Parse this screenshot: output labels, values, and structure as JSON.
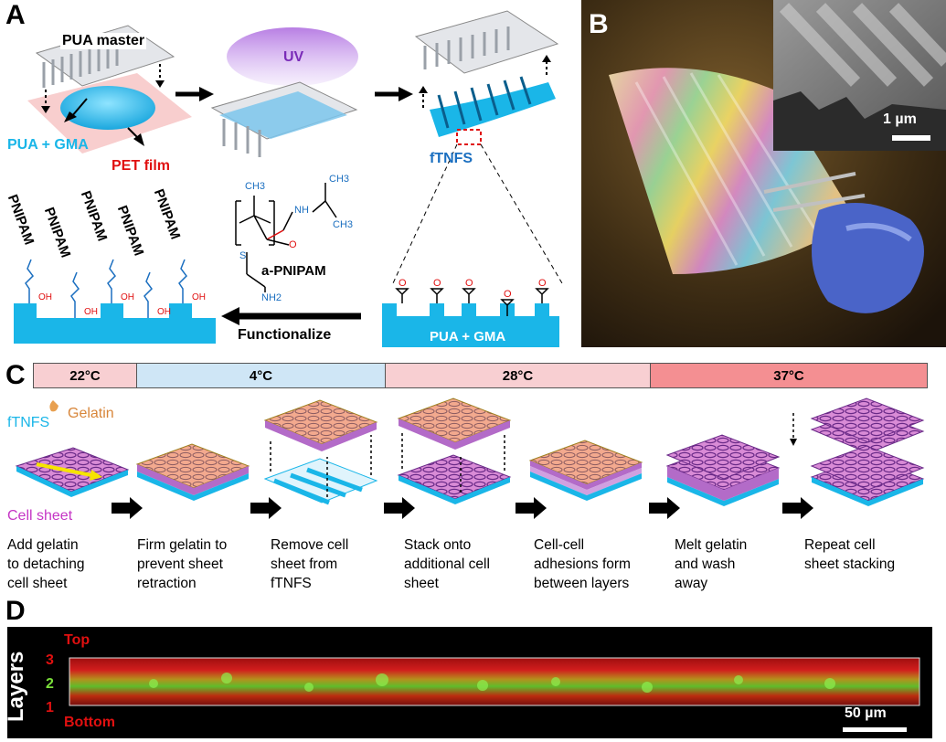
{
  "panels": {
    "a": "A",
    "b": "B",
    "c": "C",
    "d": "D"
  },
  "panel_a": {
    "pua_master": "PUA master",
    "uv": "UV",
    "pua_gma": "PUA + GMA",
    "pet_film": "PET film",
    "ftnfs": "fTNFS",
    "pnipam": "PNIPAM",
    "a_pnipam": "a-PNIPAM",
    "functionalize": "Functionalize",
    "pua_gma_bottom": "PUA + GMA",
    "chem": {
      "ch3_top": "CH3",
      "ch3_r1": "CH3",
      "ch3_r2": "CH3",
      "nh": "NH",
      "nh2": "NH2",
      "o": "O",
      "s": "S",
      "oh": "OH"
    }
  },
  "panel_b": {
    "scale": "1 µm"
  },
  "panel_c": {
    "temps": [
      "22°C",
      "4°C",
      "28°C",
      "37°C"
    ],
    "gelatin": "Gelatin",
    "ftnfs": "fTNFS",
    "cell_sheet": "Cell sheet",
    "steps": [
      [
        "Add gelatin",
        "to detaching",
        "cell sheet"
      ],
      [
        "Firm gelatin to",
        "prevent sheet",
        "retraction"
      ],
      [
        "Remove cell",
        "sheet from",
        "fTNFS"
      ],
      [
        "Stack onto",
        "additional cell",
        "sheet"
      ],
      [
        "Cell-cell",
        "adhesions form",
        "between layers"
      ],
      [
        "Melt gelatin",
        "and wash",
        "away"
      ],
      [
        "Repeat cell",
        "sheet stacking"
      ]
    ]
  },
  "panel_d": {
    "layers": "Layers",
    "top": "Top",
    "bottom": "Bottom",
    "n3": "3",
    "n2": "2",
    "n1": "1",
    "scale": "50 µm"
  },
  "colors": {
    "cyan": "#1ab6e8",
    "red": "#e01010",
    "blue": "#1b6fc0",
    "magenta": "#b040c0",
    "pink_temp": "#f8cfd2",
    "blue_temp": "#cfe6f6",
    "red_temp": "#f48f92",
    "green": "#7be03a"
  }
}
